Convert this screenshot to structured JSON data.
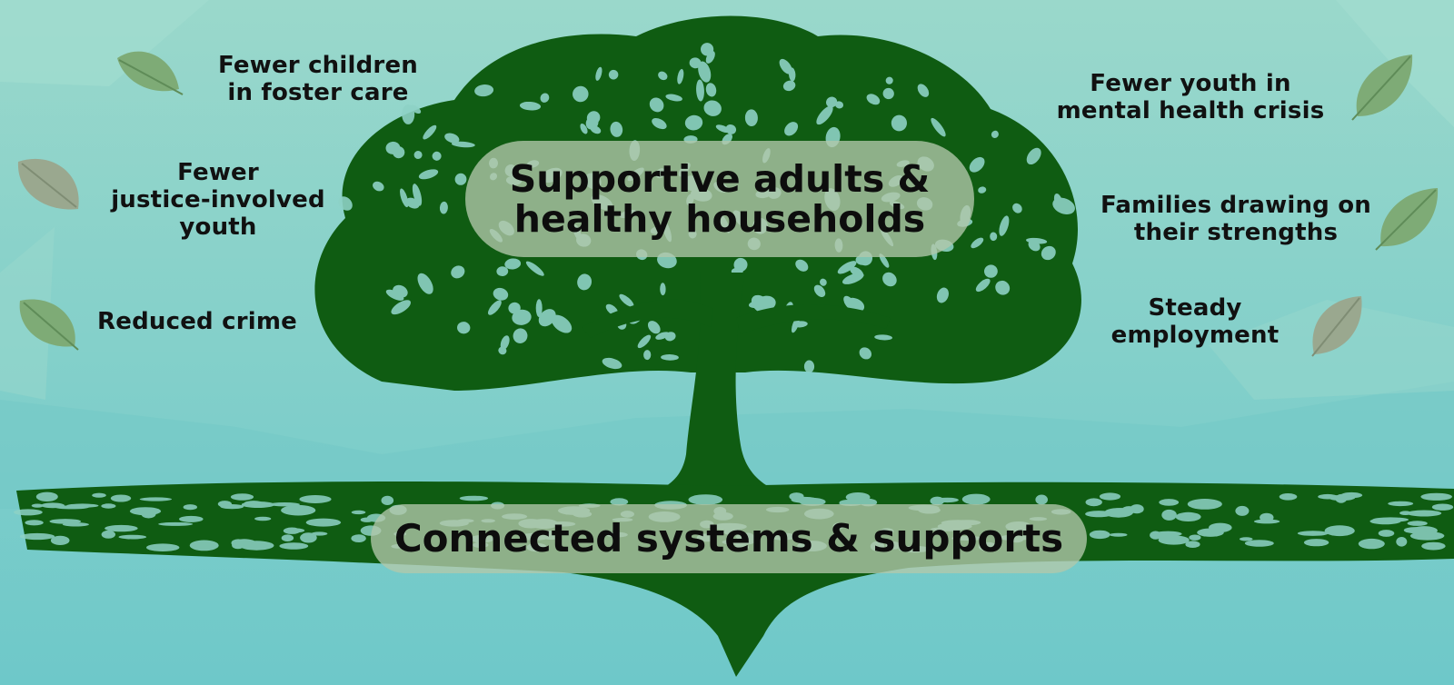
{
  "trunk_label": "Supportive adults &\nhealthy households",
  "roots_label": "Connected systems & supports",
  "outcomes_left": [
    {
      "text": "Fewer children\nin foster care",
      "leaf": "green-leaf-icon"
    },
    {
      "text": "Fewer\njustice-involved\nyouth",
      "leaf": "gray-leaf-icon"
    },
    {
      "text": "Reduced crime",
      "leaf": "green-leaf-icon"
    }
  ],
  "outcomes_right": [
    {
      "text": "Fewer youth in\nmental health crisis",
      "leaf": "green-leaf-icon"
    },
    {
      "text": "Families drawing on\ntheir strengths",
      "leaf": "green-leaf-icon"
    },
    {
      "text": "Steady\nemployment",
      "leaf": "gray-leaf-icon"
    }
  ],
  "colors": {
    "background": "#8fd3c8",
    "tree": "#0f5c12",
    "pill": "#b2c8aa",
    "leaf_green": "#7eab76",
    "leaf_gray": "#9aa88f"
  }
}
